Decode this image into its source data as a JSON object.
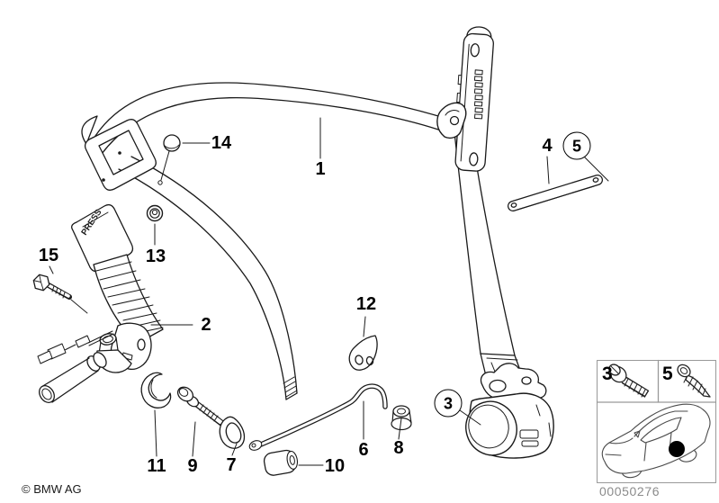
{
  "footer": {
    "copyright": "© BMW AG",
    "image_number": "00050276"
  },
  "buckle": {
    "press_label": "PRESS"
  },
  "callouts": [
    {
      "label": "1",
      "circled": false
    },
    {
      "label": "2",
      "circled": false
    },
    {
      "label": "3",
      "circled": true
    },
    {
      "label": "4",
      "circled": false
    },
    {
      "label": "5",
      "circled": true
    },
    {
      "label": "6",
      "circled": false
    },
    {
      "label": "7",
      "circled": false
    },
    {
      "label": "8",
      "circled": false
    },
    {
      "label": "9",
      "circled": false
    },
    {
      "label": "10",
      "circled": false
    },
    {
      "label": "11",
      "circled": false
    },
    {
      "label": "12",
      "circled": false
    },
    {
      "label": "13",
      "circled": false
    },
    {
      "label": "14",
      "circled": false
    },
    {
      "label": "15",
      "circled": false
    }
  ],
  "inset": {
    "cells": [
      {
        "label": "3",
        "icon": "hex-bolt-icon"
      },
      {
        "label": "5",
        "icon": "tapping-screw-icon"
      }
    ],
    "car_icon": "car-location-icon"
  },
  "colors": {
    "line": "#1a1a1a",
    "inset_border": "#999999",
    "car_line": "#4a4a4a",
    "number_gray": "#8b8b8b"
  }
}
